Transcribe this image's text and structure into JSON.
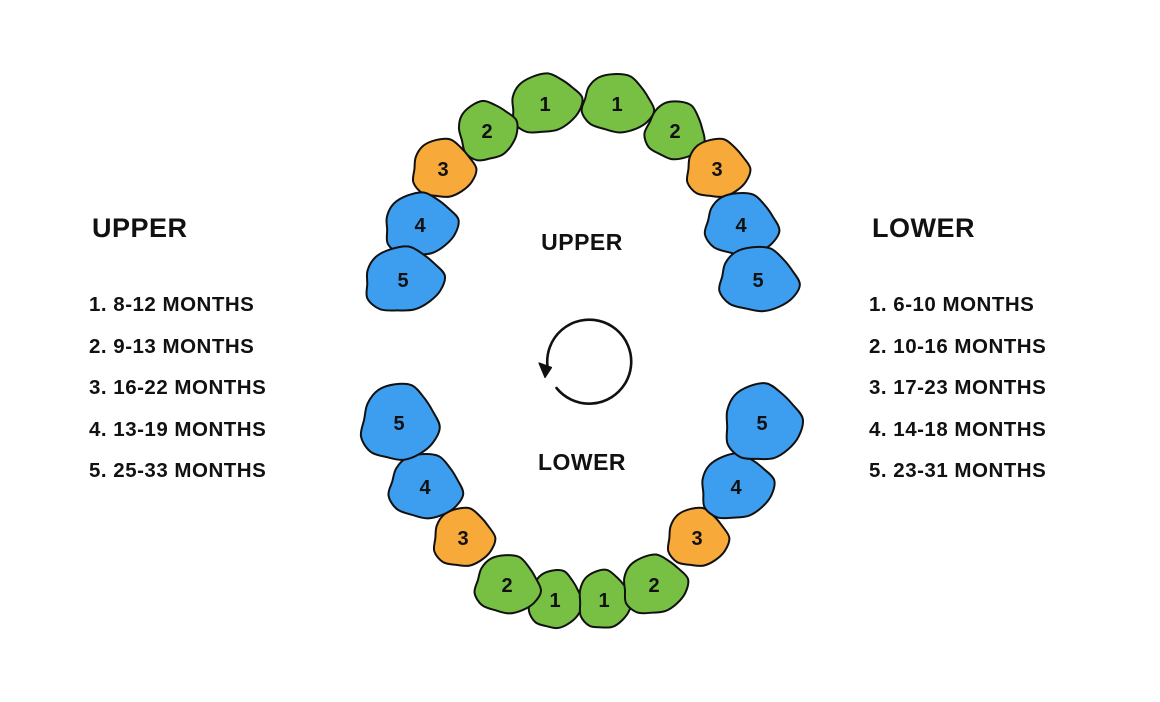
{
  "colors": {
    "incisor": "#77c043",
    "canine": "#f7a93a",
    "molar": "#3d9ef0",
    "outline": "#111111"
  },
  "left_panel": {
    "title": "UPPER",
    "items": [
      "1. 8-12 MONTHS",
      "2. 9-13 MONTHS",
      "3. 16-22 MONTHS",
      "4. 13-19 MONTHS",
      "5. 25-33 MONTHS"
    ]
  },
  "right_panel": {
    "title": "LOWER",
    "items": [
      "1. 6-10 MONTHS",
      "2. 10-16 MONTHS",
      "3. 17-23 MONTHS",
      "4. 14-18 MONTHS",
      "5. 23-31 MONTHS"
    ]
  },
  "diagram": {
    "upper_label": "UPPER",
    "lower_label": "LOWER",
    "rotation_icon": "rotate-counterclockwise-icon",
    "upper_teeth": [
      {
        "number": "1",
        "side": "left",
        "kind": "incisor"
      },
      {
        "number": "1",
        "side": "right",
        "kind": "incisor"
      },
      {
        "number": "2",
        "side": "left",
        "kind": "incisor"
      },
      {
        "number": "2",
        "side": "right",
        "kind": "incisor"
      },
      {
        "number": "3",
        "side": "left",
        "kind": "canine"
      },
      {
        "number": "3",
        "side": "right",
        "kind": "canine"
      },
      {
        "number": "4",
        "side": "left",
        "kind": "molar"
      },
      {
        "number": "4",
        "side": "right",
        "kind": "molar"
      },
      {
        "number": "5",
        "side": "left",
        "kind": "molar"
      },
      {
        "number": "5",
        "side": "right",
        "kind": "molar"
      }
    ],
    "lower_teeth": [
      {
        "number": "1",
        "side": "left",
        "kind": "incisor"
      },
      {
        "number": "1",
        "side": "right",
        "kind": "incisor"
      },
      {
        "number": "2",
        "side": "left",
        "kind": "incisor"
      },
      {
        "number": "2",
        "side": "right",
        "kind": "incisor"
      },
      {
        "number": "3",
        "side": "left",
        "kind": "canine"
      },
      {
        "number": "3",
        "side": "right",
        "kind": "canine"
      },
      {
        "number": "4",
        "side": "left",
        "kind": "molar"
      },
      {
        "number": "4",
        "side": "right",
        "kind": "molar"
      },
      {
        "number": "5",
        "side": "left",
        "kind": "molar"
      },
      {
        "number": "5",
        "side": "right",
        "kind": "molar"
      }
    ]
  }
}
